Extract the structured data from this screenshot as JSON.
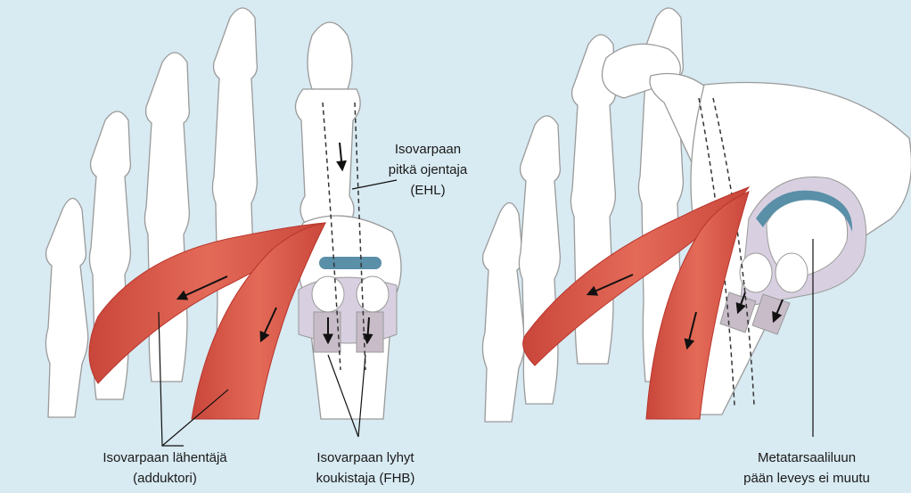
{
  "colors": {
    "background": "#d8eaf2",
    "bone": "#ffffff",
    "bone_outline": "#9a9a9a",
    "muscle": "#e05a4a",
    "muscle_dark": "#b8352c",
    "cartilage": "#5a8fa8",
    "ligament": "#d8d0e0",
    "tendon": "#c7bcc8"
  },
  "labels": {
    "ehl": [
      "Isovarpaan",
      "pitkä ojentaja",
      "(EHL)"
    ],
    "adductor": [
      "Isovarpaan lähentäjä",
      "(adduktori)"
    ],
    "fhb": [
      "Isovarpaan lyhyt",
      "koukistaja (FHB)"
    ],
    "metatarsal": [
      "Metatarsaaliluun",
      "pään leveys ei muutu"
    ]
  }
}
